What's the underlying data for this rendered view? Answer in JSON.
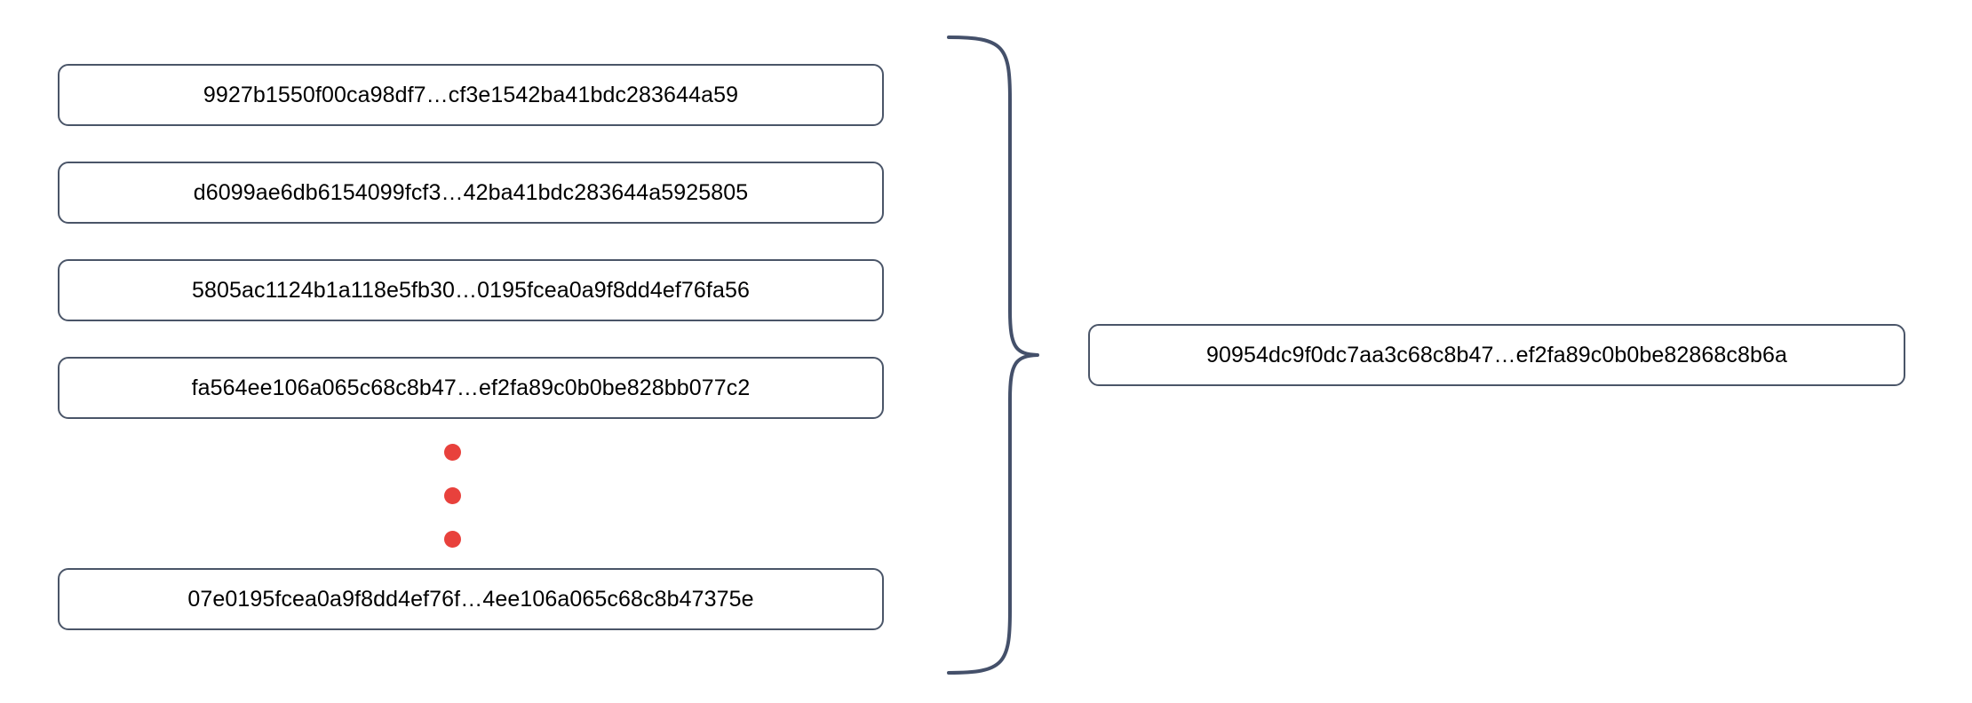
{
  "diagram": {
    "type": "aggregation-brace-diagram",
    "background_color": "#ffffff",
    "box_border_color": "#4a5568",
    "brace_color": "#44506a",
    "ellipsis_dot_color": "#e8413c",
    "text_color": "#000000",
    "inputs": [
      {
        "label": "9927b1550f00ca98df7…cf3e1542ba41bdc283644a59"
      },
      {
        "label": "d6099ae6db6154099fcf3…42ba41bdc283644a5925805"
      },
      {
        "label": "5805ac1124b1a118e5fb30…0195fcea0a9f8dd4ef76fa56"
      },
      {
        "label": "fa564ee106a065c68c8b47…ef2fa89c0b0be828bb077c2"
      },
      {
        "label": "07e0195fcea0a9f8dd4ef76f…4ee106a065c68c8b47375e"
      }
    ],
    "ellipsis": {
      "icon": "vertical-ellipsis-icon",
      "dot_count": 3
    },
    "connector": {
      "icon": "curly-brace-icon",
      "orientation": "left-opening-points-right"
    },
    "output": {
      "label": "90954dc9f0dc7aa3c68c8b47…ef2fa89c0b0be82868c8b6a"
    }
  }
}
